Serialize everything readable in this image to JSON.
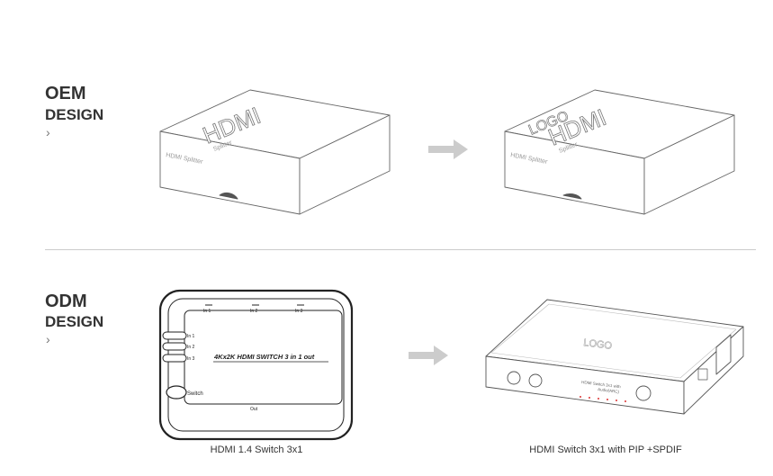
{
  "oem": {
    "line1": "OEM",
    "line2": "DESIGN",
    "chevron": "›"
  },
  "odm": {
    "line1": "ODM",
    "line2": "DESIGN",
    "chevron": "›"
  },
  "box_left": {
    "top_text": "HDMI",
    "top_sub": "Splitter",
    "side_text": "HDMI Splitter"
  },
  "box_right": {
    "top_logo": "LOGO",
    "top_text": "HDMI",
    "top_sub": "Splitter",
    "side_text": "HDMI Splitter"
  },
  "switch_panel": {
    "in1_top": "In 1",
    "in2_top": "In 2",
    "in3_top": "In 3",
    "in1": "In 1",
    "in2": "In 2",
    "in3": "In 3",
    "title": "4Kx2K HDMI SWITCH 3 in 1 out",
    "switch_label": "Switch",
    "out_label": "Out"
  },
  "device": {
    "logo": "LOGO",
    "model": "HDMI Switch 3x1 with",
    "sub": "Audio(ARC)"
  },
  "captions": {
    "left": "HDMI 1.4 Switch 3x1",
    "right": "HDMI Switch 3x1 with PIP +SPDIF"
  },
  "colors": {
    "arrow": "#cccccc",
    "line": "#555555",
    "text": "#333333"
  }
}
